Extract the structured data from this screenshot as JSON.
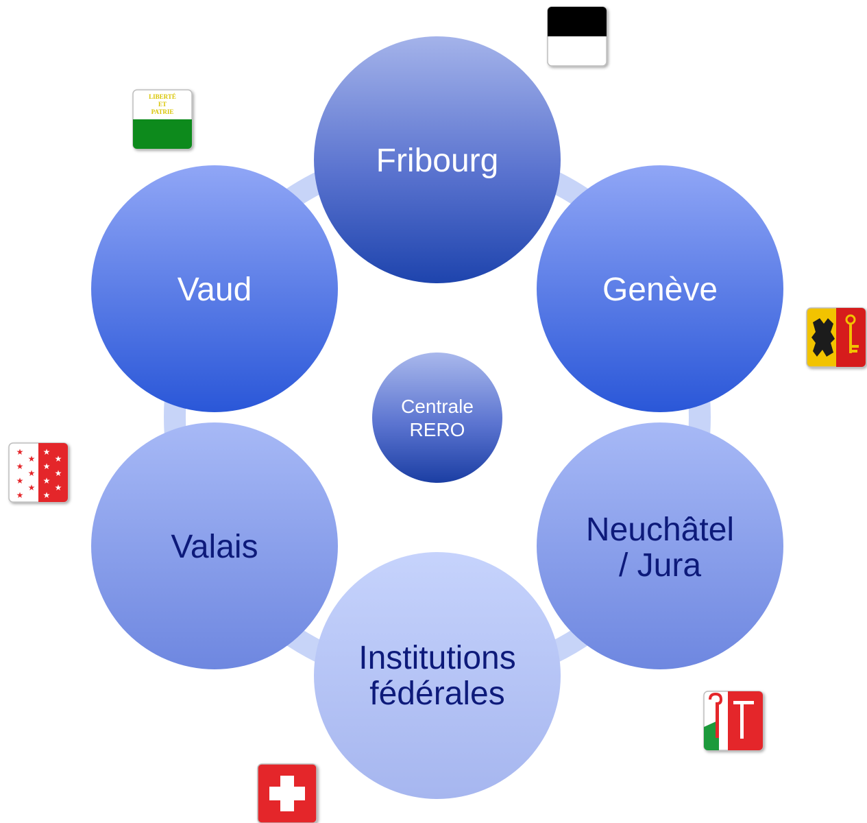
{
  "diagram": {
    "center": {
      "line1": "Centrale",
      "line2": "RERO"
    },
    "nodes": {
      "fribourg": {
        "line1": "Fribourg"
      },
      "geneve": {
        "line1": "Genève"
      },
      "neuchatel": {
        "line1": "Neuchâtel",
        "line2": "/ Jura"
      },
      "federales": {
        "line1": "Institutions",
        "line2": "fédérales"
      },
      "valais": {
        "line1": "Valais"
      },
      "vaud": {
        "line1": "Vaud"
      }
    },
    "flags": {
      "vaud": {
        "text1": "LIBERTÉ",
        "text2": "ET",
        "text3": "PATRIE"
      }
    },
    "colors": {
      "light_node_text": "#ffffff",
      "dark_node_text": "#0d1a7a",
      "ring": "#c7d4f8"
    }
  }
}
